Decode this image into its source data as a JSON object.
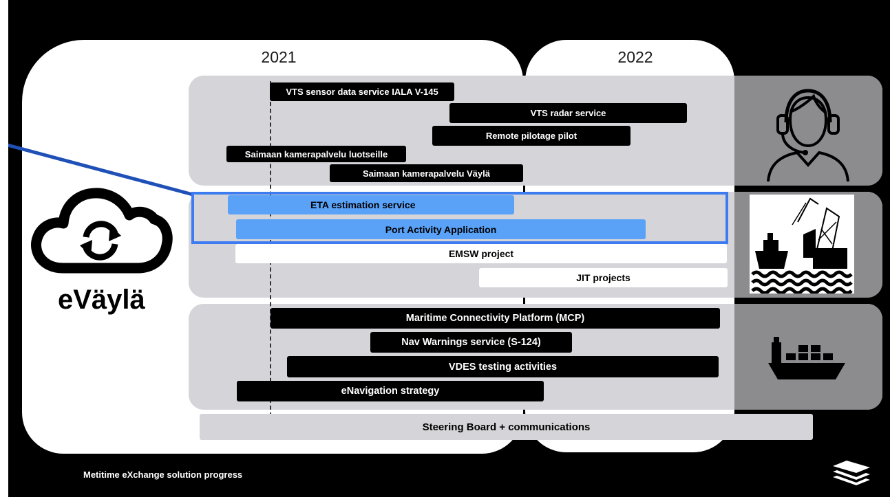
{
  "years": [
    "2021",
    "2022"
  ],
  "brand": "eVäylä",
  "footer": "Metitime eXchange solution progress",
  "colors": {
    "highlight": "#3d7cf0",
    "blue_bar": "#5aa2f8",
    "band": "#d4d4d9",
    "icon_box": "#8c8c8f"
  },
  "icons": {
    "cloud": "cloud-sync-icon",
    "operator": "headset-operator-icon",
    "port": "port-crane-ship-icon",
    "ship": "container-ship-icon",
    "logo": "wave-logo-icon"
  },
  "bars": {
    "vts_sensor": "VTS sensor data service IALA V-145",
    "vts_radar": "VTS radar service",
    "remote_pilotage": "Remote pilotage pilot",
    "saimaan_luotseille": "Saimaan kamerapalvelu luotseille",
    "saimaan_vayla": "Saimaan kamerapalvelu Väylä",
    "eta": "ETA estimation service",
    "port_activity": "Port Activity Application",
    "emsw": "EMSW project",
    "jit": "JIT projects",
    "mcp": "Maritime Connectivity Platform (MCP)",
    "nav_warnings": "Nav Warnings service (S-124)",
    "vdes": "VDES testing activities",
    "enavigation": "eNavigation strategy",
    "steering": "Steering Board + communications"
  }
}
